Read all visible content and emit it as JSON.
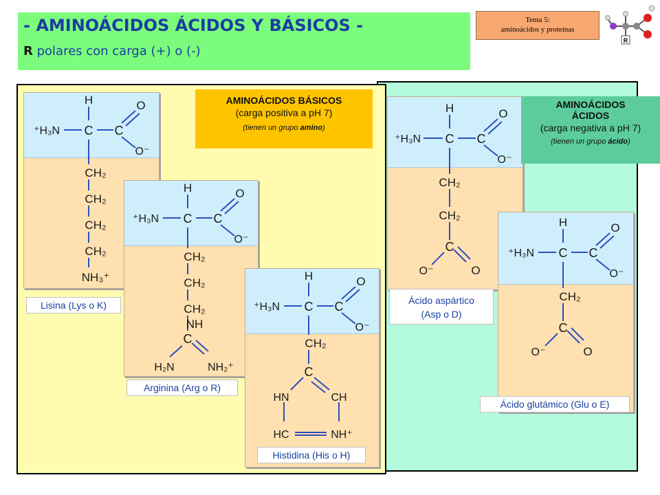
{
  "header": {
    "title": "- AMINOÁCIDOS ÁCIDOS Y BÁSICOS -",
    "subtitle_bold": "R",
    "subtitle_rest": " polares con carga (+) o (-)"
  },
  "topic_badge": {
    "line1": "Tema 5:",
    "line2": "aminoácidos y proteínas"
  },
  "basic_info": {
    "title": "AMINOÁCIDOS BÁSICOS",
    "charge": "(carga positiva a pH 7)",
    "note_pre": "(tienen un grupo ",
    "note_bold": "amino",
    "note_post": ")"
  },
  "acid_info": {
    "title_line1": "AMINOÁCIDOS",
    "title_line2": "ÁCIDOS",
    "charge": "(carga negativa a pH 7)",
    "note_pre": "(tienen un grupo ",
    "note_bold": "ácido",
    "note_post": ")"
  },
  "common": {
    "h": "H",
    "c": "C",
    "o": "O",
    "o_minus": "O⁻",
    "amino": "⁺H₃N",
    "ch2": "CH₂"
  },
  "molecules": {
    "lysine": {
      "name": "Lisina (Lys o K)",
      "end_group": "NH₃⁺"
    },
    "arginine": {
      "name": "Arginina (Arg o R)",
      "nh": "NH",
      "c": "C",
      "h2n": "H₂N",
      "nh2plus": "NH₂⁺"
    },
    "histidine": {
      "name": "Histidina (His o H)",
      "hn": "HN",
      "ch": "CH",
      "hc": "HC",
      "nhplus": "NH⁺"
    },
    "aspartic": {
      "name_line1": "Ácido aspártico",
      "name_line2": "(Asp o D)"
    },
    "glutamic": {
      "name": "Ácido glutámico (Glu o E)"
    }
  },
  "colors": {
    "title_green": "#7cfc7c",
    "title_text": "#1a3fa0",
    "basic_panel": "#fffcb0",
    "acid_panel": "#b4fadc",
    "basic_info_box": "#ffc400",
    "acid_info_box": "#5ccc9c",
    "card_head": "#cfeefc",
    "card_body": "#ffe0b0",
    "bond_line": "#2a4fbf"
  }
}
